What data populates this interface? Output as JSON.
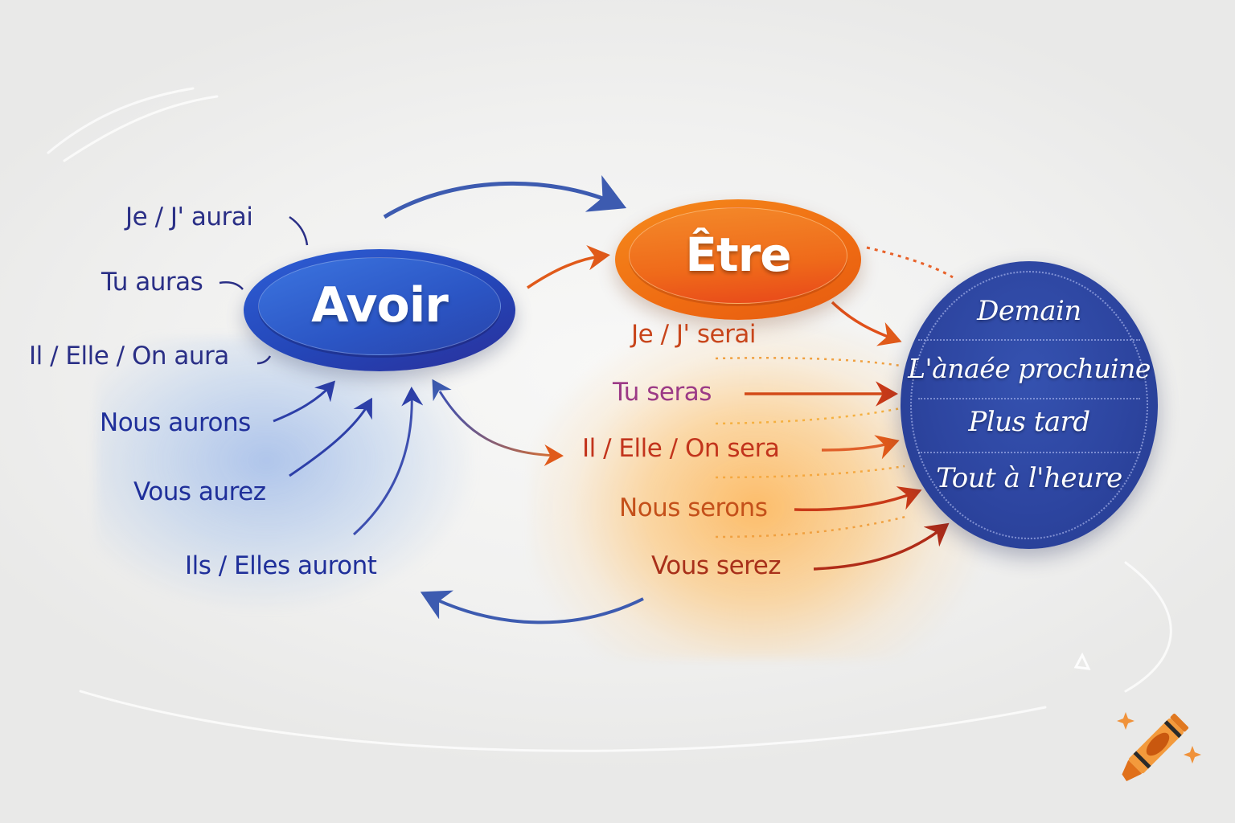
{
  "diagram": {
    "nodes": {
      "avoir": {
        "label": "Avoir",
        "color": "#2b4fc2"
      },
      "etre": {
        "label": "Être",
        "color": "#ef6b12"
      },
      "time_expressions": {
        "color": "#2d45a0",
        "items": [
          "Demain",
          "L'ànaée prochuine",
          "Plus tard",
          "Tout à l'heure"
        ]
      }
    },
    "avoir_conjugations": [
      {
        "text": "Je / J' aurai"
      },
      {
        "text": "Tu auras"
      },
      {
        "text": "Il / Elle / On aura"
      },
      {
        "text": "Nous aurons"
      },
      {
        "text": "Vous aurez"
      },
      {
        "text": "Ils / Elles auront"
      }
    ],
    "etre_conjugations": [
      {
        "text": "Je / J'  serai",
        "color": "#c8461c"
      },
      {
        "text": "Tu seras",
        "color": "#9c3a86"
      },
      {
        "text": "Il / Elle / On sera",
        "color": "#c2341c"
      },
      {
        "text": "Nous serons",
        "color": "#c4501a"
      },
      {
        "text": "Vous serez",
        "color": "#a8301a"
      }
    ],
    "icons": {
      "corner_icon": "crayon-icon",
      "sparkles": "sparkle-icon"
    }
  }
}
